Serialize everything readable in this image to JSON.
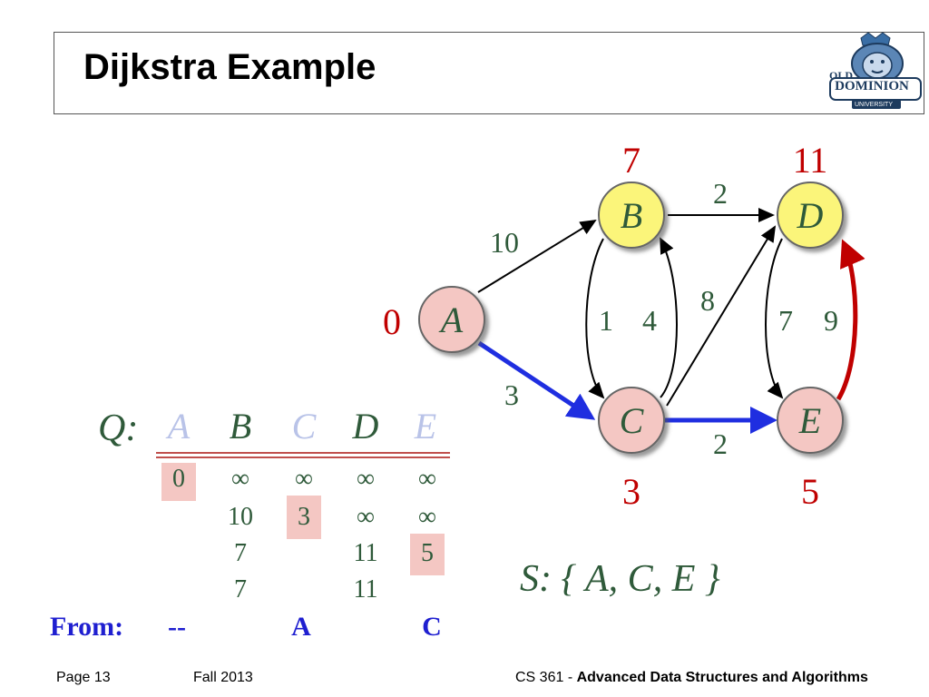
{
  "title": "Dijkstra Example",
  "logo": {
    "line1": "OLD",
    "line2": "DOMINION",
    "line3": "UNIVERSITY"
  },
  "graph": {
    "nodes": [
      {
        "id": "A",
        "label": "A",
        "dist": "0",
        "color": "#f4c7c3"
      },
      {
        "id": "B",
        "label": "B",
        "dist": "7",
        "color": "#fbf57a"
      },
      {
        "id": "C",
        "label": "C",
        "dist": "3",
        "color": "#f4c7c3"
      },
      {
        "id": "D",
        "label": "D",
        "dist": "11",
        "color": "#fbf57a"
      },
      {
        "id": "E",
        "label": "E",
        "dist": "5",
        "color": "#f4c7c3"
      }
    ],
    "edges": [
      {
        "from": "A",
        "to": "B",
        "weight": "10",
        "highlight": "none"
      },
      {
        "from": "A",
        "to": "C",
        "weight": "3",
        "highlight": "blue"
      },
      {
        "from": "B",
        "to": "D",
        "weight": "2",
        "highlight": "none"
      },
      {
        "from": "B",
        "to": "C",
        "weight": "1",
        "highlight": "none"
      },
      {
        "from": "C",
        "to": "B",
        "weight": "4",
        "highlight": "none"
      },
      {
        "from": "C",
        "to": "D",
        "weight": "8",
        "highlight": "none"
      },
      {
        "from": "C",
        "to": "E",
        "weight": "2",
        "highlight": "blue"
      },
      {
        "from": "D",
        "to": "E",
        "weight": "7",
        "highlight": "none"
      },
      {
        "from": "E",
        "to": "D",
        "weight": "9",
        "highlight": "red"
      }
    ]
  },
  "queue": {
    "label": "Q:",
    "headers": [
      "A",
      "B",
      "C",
      "D",
      "E"
    ],
    "faded_headers": [
      "A",
      "C",
      "E"
    ],
    "rows": [
      [
        "0",
        "∞",
        "∞",
        "∞",
        "∞"
      ],
      [
        "",
        "10",
        "3",
        "∞",
        "∞"
      ],
      [
        "",
        "7",
        "",
        "11",
        "5"
      ],
      [
        "",
        "7",
        "",
        "11",
        ""
      ]
    ],
    "highlighted_cells": [
      "0,0",
      "1,2",
      "2,4"
    ]
  },
  "from": {
    "label": "From:",
    "values": [
      "--",
      "A",
      "C"
    ]
  },
  "set": "S: { A, C, E }",
  "footer": {
    "page": "Page 13",
    "term": "Fall 2013",
    "course_code": "CS 361 - ",
    "course_name": "Advanced Data Structures and Algorithms"
  }
}
